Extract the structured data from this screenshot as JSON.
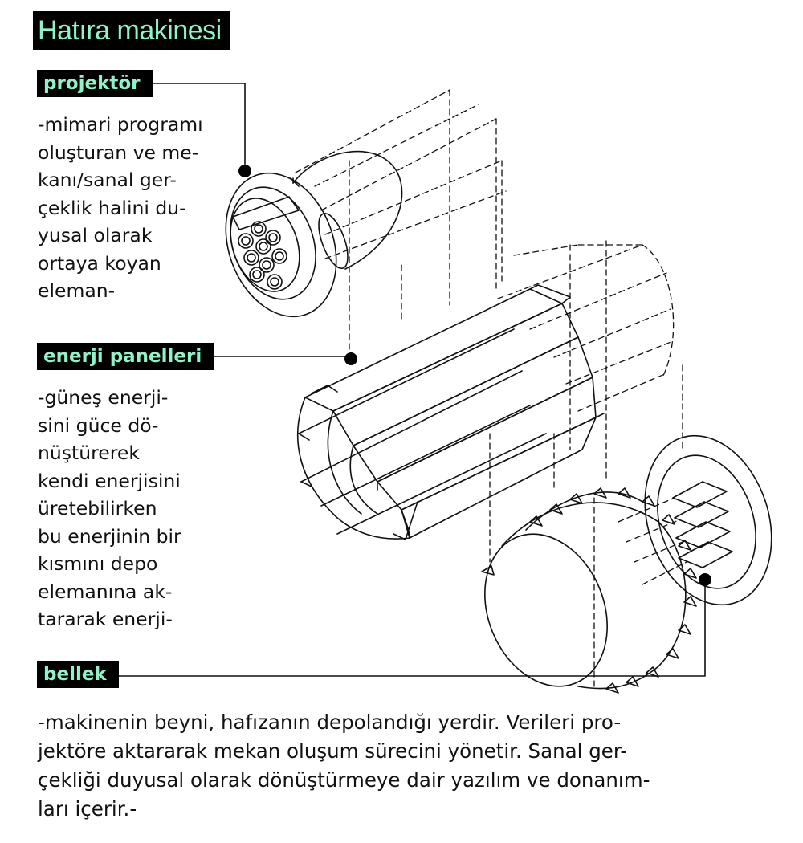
{
  "title": "Hatıra makinesi",
  "components": {
    "projektor": {
      "label": "projektör",
      "lines": [
        "-mimari programı",
        "oluşturan ve me-",
        "kanı/sanal ger-",
        "çeklik halini du-",
        "yusal olarak",
        "ortaya koyan",
        "eleman-"
      ]
    },
    "enerji": {
      "label": "enerji panelleri",
      "lines": [
        "-güneş enerji-",
        "sini güce dö-",
        "nüştürerek",
        "kendi enerjisini",
        "üretebilirken",
        "bu enerjinin bir",
        "kısmını depo",
        "elemanına ak-",
        "tararak enerji-"
      ]
    },
    "bellek": {
      "label": "bellek",
      "lines": [
        "-makinenin beyni, hafızanın depolandığı yerdir. Verileri pro-",
        "jektöre aktararak mekan oluşum sürecini yönetir. Sanal ger-",
        "çekliği duyusal olarak dönüştürmeye dair yazılım ve donanım-",
        "ları içerir.-"
      ]
    }
  },
  "colors": {
    "label_background": "#000000",
    "label_text": "#8ff2c8",
    "ink": "#111111"
  }
}
